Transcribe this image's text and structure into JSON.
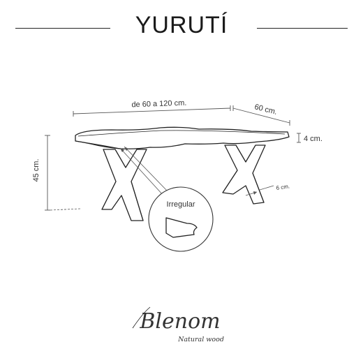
{
  "title": "YURUTÍ",
  "dimensions": {
    "length": "de 60 a 120 cm.",
    "depth": "60 cm.",
    "thickness": "4 cm.",
    "height": "45 cm.",
    "leg_width": "6 cm."
  },
  "detail": {
    "label": "Irregular"
  },
  "brand": {
    "name": "Blenom",
    "tagline": "Natural wood"
  }
}
